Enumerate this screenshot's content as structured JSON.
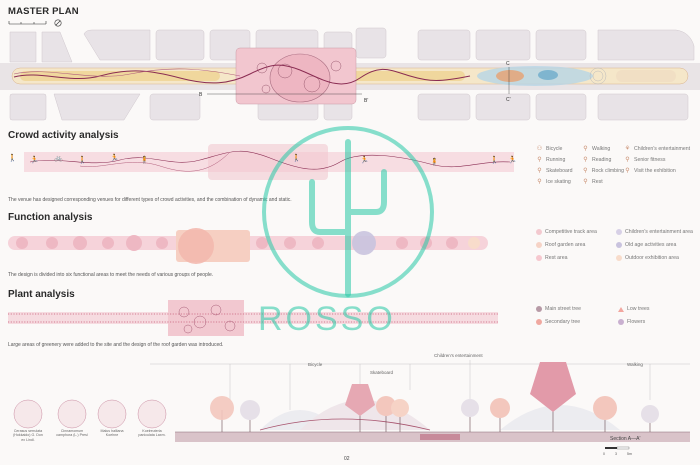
{
  "sheet": {
    "title": "MASTER PLAN",
    "page_number": "02",
    "watermark": "ROSSO",
    "section_marks": {
      "b": "B",
      "b_prime": "B'",
      "c": "C",
      "c_prime": "C'"
    }
  },
  "crowd": {
    "heading": "Crowd activity analysis",
    "caption": "The venue has designed corresponding venues for different types of crowd activities, and the combination of dynamic and static.",
    "legend": [
      [
        "Bicycle",
        "Walking",
        "Children's entertainment"
      ],
      [
        "Running",
        "Reading",
        "Senior fitness"
      ],
      [
        "Skateboard",
        "Rock climbing",
        "Visit the exhibition"
      ],
      [
        "Ice skating",
        "Rest",
        ""
      ]
    ]
  },
  "function": {
    "heading": "Function analysis",
    "caption": "The design is divided into six functional areas to meet the needs of various groups of people.",
    "legend": [
      {
        "label": "Competitive track area",
        "color": "#f3c9cf"
      },
      {
        "label": "Children's entertainment area",
        "color": "#d7d0e6"
      },
      {
        "label": "Roof garden area",
        "color": "#f6d3c6"
      },
      {
        "label": "Old age activities area",
        "color": "#c9c3de"
      },
      {
        "label": "Rest area",
        "color": "#f6c8cf"
      },
      {
        "label": "Outdoor exhibition area",
        "color": "#f8dccb"
      }
    ]
  },
  "plant": {
    "heading": "Plant analysis",
    "caption": "Large areas of greenery were added to the site and the design of the roof garden was introduced.",
    "legend": [
      {
        "label": "Main street tree",
        "color": "#b79aa6",
        "shape": "dot"
      },
      {
        "label": "Low trees",
        "color": "#f2a7a0",
        "shape": "triangle"
      },
      {
        "label": "Secondary tree",
        "color": "#f0a8a0",
        "shape": "dot"
      },
      {
        "label": "Flowers",
        "color": "#c9b0d0",
        "shape": "dot"
      }
    ]
  },
  "section": {
    "title": "Section A—A'",
    "activity_labels": {
      "bicycle": "Bicycle",
      "skateboard": "Skateboard",
      "children": "Children's entertainment",
      "walking": "Walking"
    },
    "species": [
      [
        "Cerasus serrulata",
        "(Hokkaido) G. Don ex Lindl."
      ],
      [
        "Cinnamomum",
        "camphora (L.) Presl"
      ],
      [
        "Malus halliana",
        "Koehne"
      ],
      [
        "Koelreuteria",
        "paniculata Laxm."
      ]
    ],
    "scale": {
      "zero": "0",
      "mid": "3",
      "end": "5m"
    }
  },
  "colors": {
    "pink": "#f3c9cf",
    "deep_pink": "#e6a8b3",
    "magenta_path": "#8a2c52",
    "teal_watermark": "#27c9a6"
  }
}
